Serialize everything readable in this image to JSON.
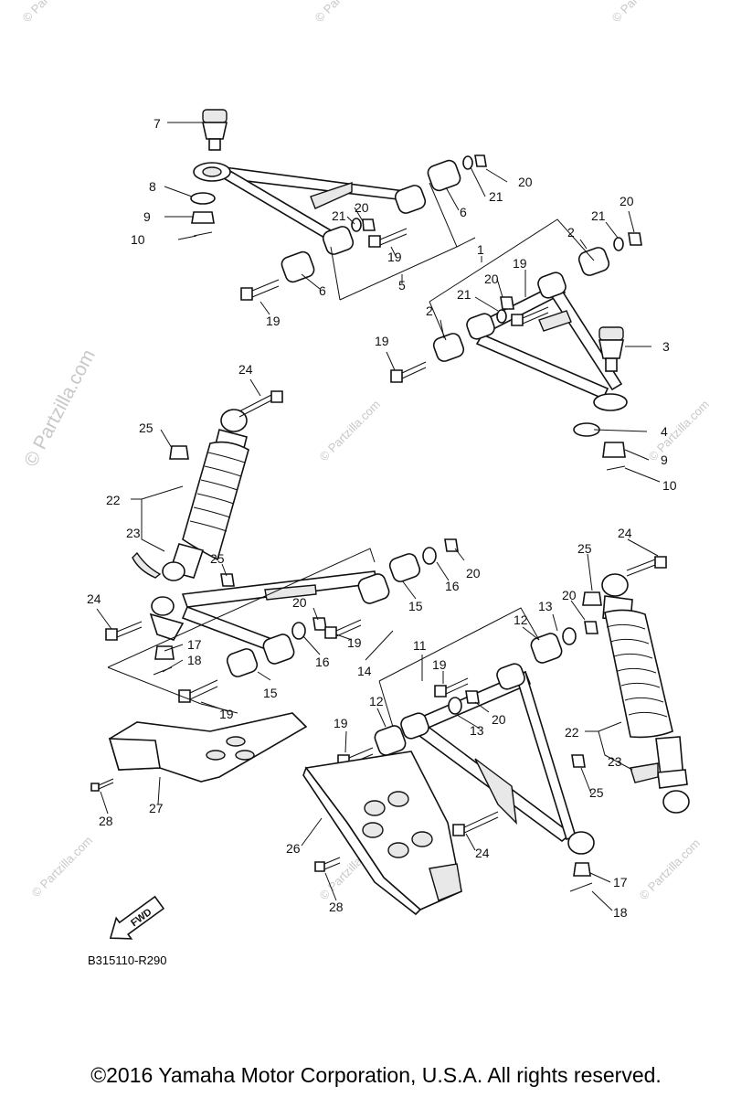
{
  "diagram": {
    "code": "B315110-R290",
    "fwd_label": "FWD",
    "copyright": "©2016 Yamaha Motor Corporation, U.S.A. All rights reserved.",
    "watermark": "© Partzilla.com"
  },
  "callouts": {
    "c1": "1",
    "c2a": "2",
    "c2b": "2",
    "c3": "3",
    "c4": "4",
    "c5": "5",
    "c6a": "6",
    "c6b": "6",
    "c7": "7",
    "c8": "8",
    "c9a": "9",
    "c9b": "9",
    "c10a": "10",
    "c10b": "10",
    "c11": "11",
    "c12a": "12",
    "c12b": "12",
    "c13a": "13",
    "c13b": "13",
    "c14": "14",
    "c15a": "15",
    "c15b": "15",
    "c16a": "16",
    "c16b": "16",
    "c17a": "17",
    "c17b": "17",
    "c18a": "18",
    "c18b": "18",
    "c19a": "19",
    "c19b": "19",
    "c19c": "19",
    "c19d": "19",
    "c19e": "19",
    "c19f": "19",
    "c19g": "19",
    "c20a": "20",
    "c20b": "20",
    "c20c": "20",
    "c20d": "20",
    "c20e": "20",
    "c20f": "20",
    "c20g": "20",
    "c20h": "20",
    "c21a": "21",
    "c21b": "21",
    "c21c": "21",
    "c21d": "21",
    "c22a": "22",
    "c22b": "22",
    "c23a": "23",
    "c23b": "23",
    "c24a": "24",
    "c24b": "24",
    "c24c": "24",
    "c24d": "24",
    "c25a": "25",
    "c25b": "25",
    "c25c": "25",
    "c25d": "25",
    "c26": "26",
    "c27": "27",
    "c28a": "28",
    "c28b": "28"
  }
}
